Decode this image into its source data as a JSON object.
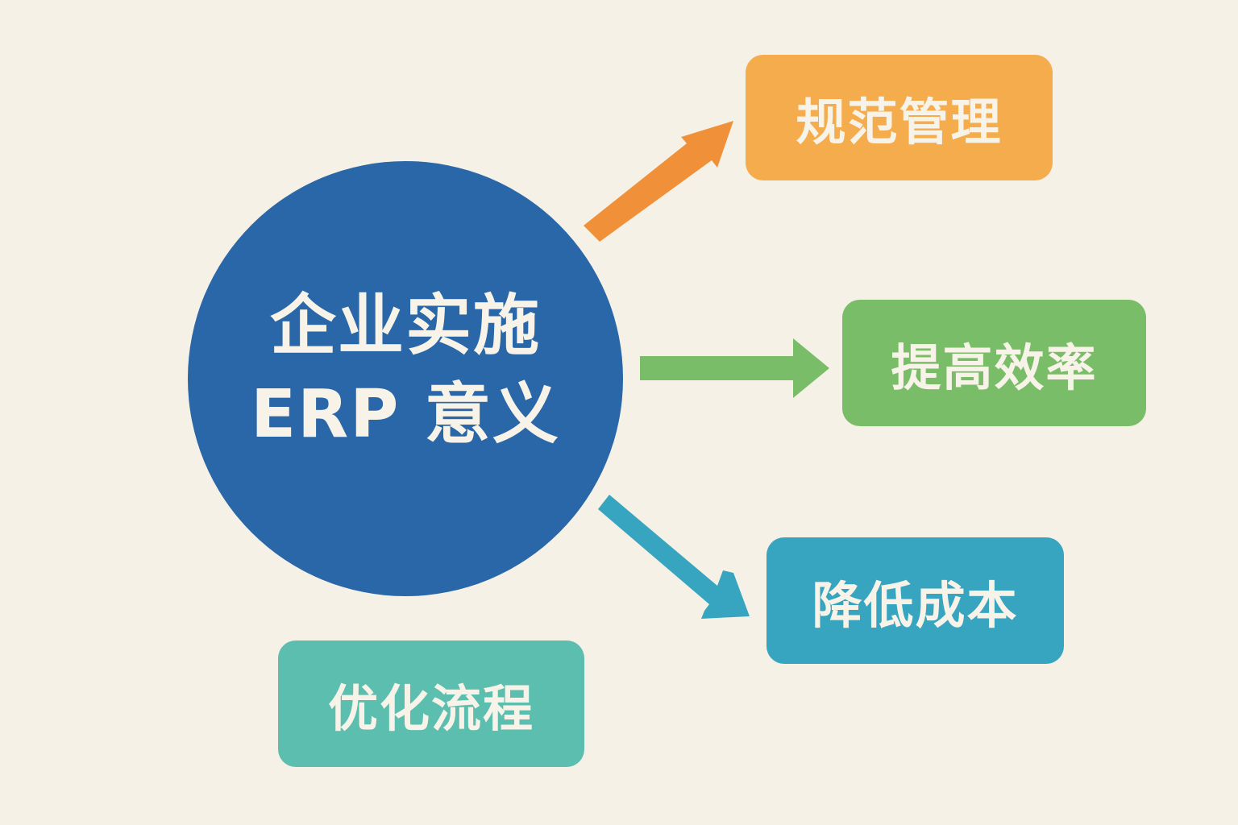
{
  "diagram": {
    "type": "hub-and-spoke",
    "center": {
      "line1": "企业实施",
      "line2": "ERP 意义",
      "color": "#2967a8"
    },
    "nodes": [
      {
        "label": "规范管理",
        "color": "#f4ac4c",
        "arrow_color": "#f0913a",
        "connected": true
      },
      {
        "label": "提高效率",
        "color": "#7abd69",
        "arrow_color": "#7abd69",
        "connected": true
      },
      {
        "label": "降低成本",
        "color": "#37a5bf",
        "arrow_color": "#37a5bf",
        "connected": true
      },
      {
        "label": "优化流程",
        "color": "#5bbeae",
        "connected": false
      }
    ],
    "background": "#f6f1e6",
    "text_color": "#f8f3e8"
  }
}
